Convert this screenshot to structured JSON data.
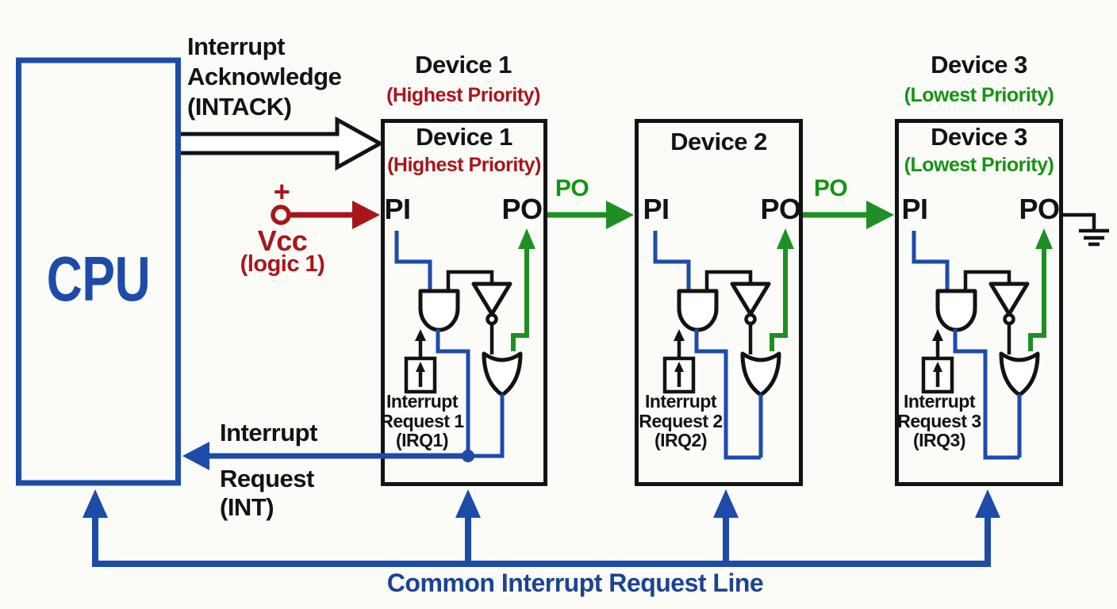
{
  "colors": {
    "blue": "#1d4ba8",
    "navy": "#1c4392",
    "red": "#a8161b",
    "green": "#1e9023",
    "greentext": "#149512",
    "black": "#131313"
  },
  "cpu": {
    "label": "CPU"
  },
  "intack_label": {
    "line1": "Interrupt",
    "line2": "Acknowledge",
    "line3": "(INTACK)"
  },
  "vcc": {
    "plus": "+",
    "label": "Vcc",
    "sublabel": "(logic 1)"
  },
  "int_label": {
    "line1": "Interrupt",
    "line2": "Request",
    "line3": "(INT)"
  },
  "po_chain": {
    "label_1": "PO",
    "label_2": "PO"
  },
  "common_line": {
    "label": "Common Interrupt Request Line"
  },
  "devices": [
    {
      "name": "Device 1",
      "priority": "(Highest Priority)",
      "pi": "PI",
      "po": "PO",
      "irq": {
        "line1": "Interrupt",
        "line2": "Request 1",
        "line3": "(IRQ1)"
      }
    },
    {
      "name": "Device 2",
      "pi": "PI",
      "po": "PO",
      "irq": {
        "line1": "Interrupt",
        "line2": "Request 2",
        "line3": "(IRQ2)"
      }
    },
    {
      "name": "Device 3",
      "priority": "(Lowest Priority)",
      "pi": "PI",
      "po": "PO",
      "irq": {
        "line1": "Interrupt",
        "line2": "Request 3",
        "line3": "(IRQ3)"
      }
    }
  ]
}
